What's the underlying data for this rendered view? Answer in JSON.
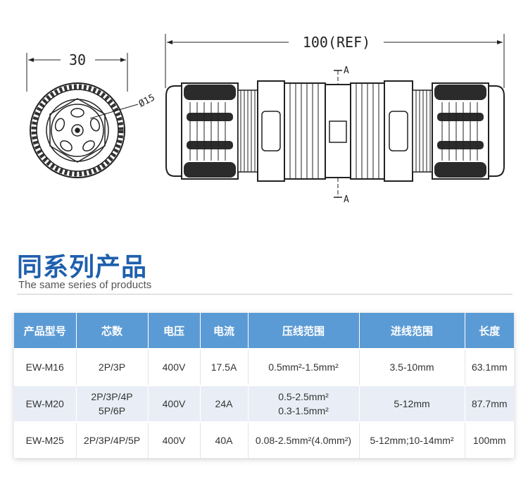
{
  "drawing": {
    "left_dim": "30",
    "diameter": "Ø15",
    "right_dim": "100(REF)",
    "section_mark_top": "A",
    "section_mark_bottom": "A"
  },
  "section": {
    "title": "同系列产品",
    "subtitle": "The same series of products"
  },
  "table": {
    "headers": [
      "产品型号",
      "芯数",
      "电压",
      "电流",
      "压线范围",
      "进线范围",
      "长度"
    ],
    "rows": [
      {
        "model": "EW-M16",
        "cores": [
          "2P/3P"
        ],
        "voltage": "400V",
        "current": "17.5A",
        "crimp": [
          "0.5mm²-1.5mm²"
        ],
        "inlet": "3.5-10mm",
        "length": "63.1mm"
      },
      {
        "model": "EW-M20",
        "cores": [
          "2P/3P/4P",
          "5P/6P"
        ],
        "voltage": "400V",
        "current": "24A",
        "crimp": [
          "0.5-2.5mm²",
          "0.3-1.5mm²"
        ],
        "inlet": "5-12mm",
        "length": "87.7mm"
      },
      {
        "model": "EW-M25",
        "cores": [
          "2P/3P/4P/5P"
        ],
        "voltage": "400V",
        "current": "40A",
        "crimp": [
          "0.08-2.5mm²(4.0mm²)"
        ],
        "inlet": "5-12mm;10-14mm²",
        "length": "100mm"
      }
    ]
  }
}
